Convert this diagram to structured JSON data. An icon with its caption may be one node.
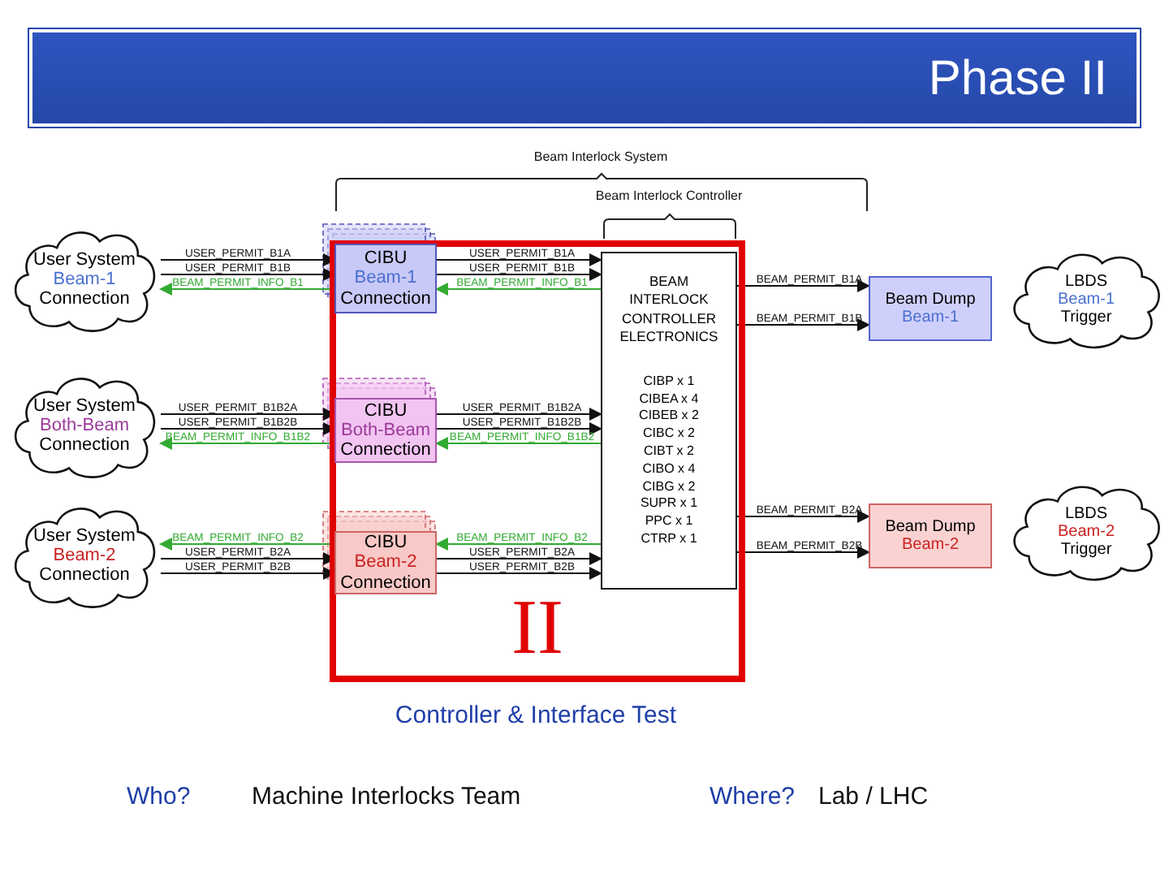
{
  "diagram": {
    "title": "Phase II",
    "nodes": [
      {
        "text": [
          "User System",
          "Beam-1",
          "Connection"
        ]
      },
      {
        "text": [
          "User System",
          "Both-Beam",
          "Connection"
        ]
      },
      {
        "text": [
          "User System",
          "Beam-2",
          "Connection"
        ]
      },
      {
        "text": [
          "II"
        ]
      },
      {
        "text": [
          "CIBU",
          "Beam-1",
          "Connection"
        ],
        "in": 3
      },
      {
        "text": [
          "CIBU",
          "Both-Beam",
          "Connection"
        ],
        "in": 3
      },
      {
        "text": [
          "CIBU",
          "Beam-2",
          "Connection"
        ],
        "in": 3
      },
      {
        "text": [
          "BEAM INTERLOCK CONTROLLER ELECTRONICS",
          "CIBP x 1",
          "CIBEA x 4",
          "CIBEB x 2",
          "CIBC x 2",
          "CIBT x 2",
          "CIBO x 4",
          "CIBG x 2",
          "SUPR x 1",
          "PPC x 1",
          "CTRP x 1"
        ],
        "in": 3
      },
      {
        "text": [
          "Beam Dump",
          "Beam-1"
        ]
      },
      {
        "text": [
          "Beam Dump",
          "Beam-2"
        ]
      },
      {
        "text": [
          "LBDS",
          "Beam-1",
          "Trigger"
        ]
      },
      {
        "text": [
          "LBDS",
          "Beam-2",
          "Trigger"
        ]
      }
    ],
    "edges": [
      {
        "from": 0,
        "to": 4,
        "arrow": "to",
        "label": "USER_PERMIT_B1A"
      },
      {
        "from": 0,
        "to": 4,
        "arrow": "to",
        "label": "USER_PERMIT_B1B"
      },
      {
        "from": 4,
        "to": 0,
        "arrow": "to",
        "label": "BEAM_PERMIT_INFO_B1",
        "color": "#33aa33"
      },
      {
        "from": 4,
        "to": 7,
        "arrow": "to",
        "label": "USER_PERMIT_B1A"
      },
      {
        "from": 4,
        "to": 7,
        "arrow": "to",
        "label": "USER_PERMIT_B1B"
      },
      {
        "from": 7,
        "to": 4,
        "arrow": "to",
        "label": "BEAM_PERMIT_INFO_B1",
        "color": "#33aa33"
      },
      {
        "from": 1,
        "to": 5,
        "arrow": "to",
        "label": "USER_PERMIT_B1B2A"
      },
      {
        "from": 1,
        "to": 5,
        "arrow": "to",
        "label": "USER_PERMIT_B1B2B"
      },
      {
        "from": 5,
        "to": 1,
        "arrow": "to",
        "label": "BEAM_PERMIT_INFO_B1B2",
        "color": "#33aa33"
      },
      {
        "from": 5,
        "to": 7,
        "arrow": "to",
        "label": "USER_PERMIT_B1B2A"
      },
      {
        "from": 5,
        "to": 7,
        "arrow": "to",
        "label": "USER_PERMIT_B1B2B"
      },
      {
        "from": 7,
        "to": 5,
        "arrow": "to",
        "label": "BEAM_PERMIT_INFO_B1B2",
        "color": "#33aa33"
      },
      {
        "from": 6,
        "to": 2,
        "arrow": "to",
        "label": "BEAM_PERMIT_INFO_B2",
        "color": "#33aa33"
      },
      {
        "from": 2,
        "to": 6,
        "arrow": "to",
        "label": "USER_PERMIT_B2A"
      },
      {
        "from": 2,
        "to": 6,
        "arrow": "to",
        "label": "USER_PERMIT_B2B"
      },
      {
        "from": 7,
        "to": 6,
        "arrow": "to",
        "label": "BEAM_PERMIT_INFO_B2",
        "color": "#33aa33"
      },
      {
        "from": 6,
        "to": 7,
        "arrow": "to",
        "label": "USER_PERMIT_B2A"
      },
      {
        "from": 6,
        "to": 7,
        "arrow": "to",
        "label": "USER_PERMIT_B2B"
      },
      {
        "from": 7,
        "to": 8,
        "arrow": "to",
        "label": "BEAM_PERMIT_B1A"
      },
      {
        "from": 7,
        "to": 8,
        "arrow": "to",
        "label": "BEAM_PERMIT_B1B"
      },
      {
        "from": 7,
        "to": 9,
        "arrow": "to",
        "label": "BEAM_PERMIT_B2A"
      },
      {
        "from": 7,
        "to": 9,
        "arrow": "to",
        "label": "BEAM_PERMIT_B2B"
      }
    ],
    "labels": [
      "Beam Interlock System",
      "Beam Interlock Controller",
      "Controller & Interface Test",
      "Who?",
      "Machine Interlocks Team",
      "Where?",
      "Lab / LHC"
    ]
  }
}
